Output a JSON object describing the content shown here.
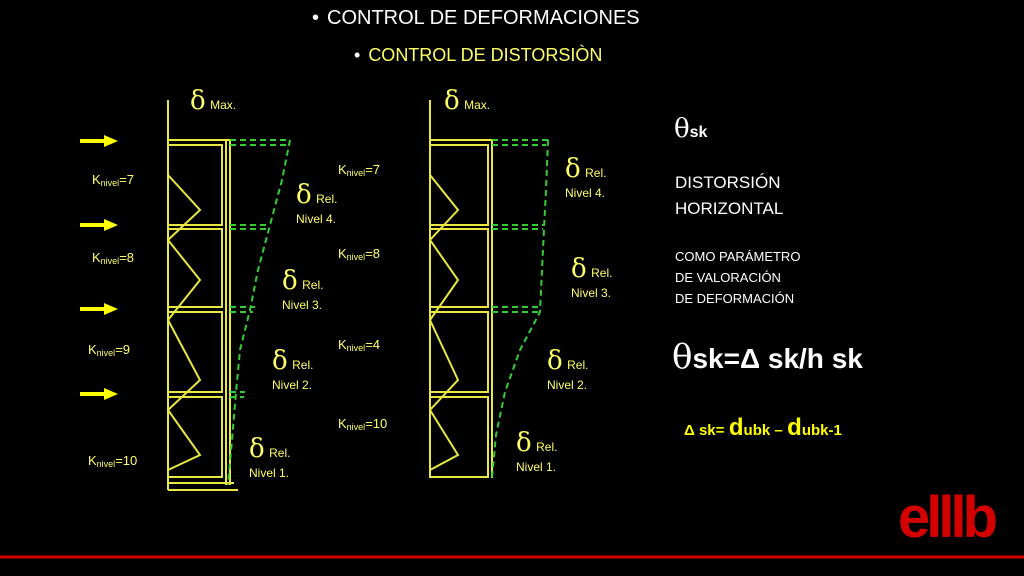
{
  "title": "CONTROL DE DEFORMACIONES",
  "subtitle": "CONTROL DE DISTORSIÒN",
  "delta_symbol": "δ",
  "theta_symbol": "θ",
  "max_label": "Max.",
  "rel_label": "Rel.",
  "left_frame": {
    "k_labels": [
      {
        "k": "K",
        "sub": "nivel",
        "val": "=7"
      },
      {
        "k": "K",
        "sub": "nivel",
        "val": "=8"
      },
      {
        "k": "K",
        "sub": "nivel",
        "val": "=9"
      },
      {
        "k": "K",
        "sub": "nivel",
        "val": "=10"
      }
    ],
    "levels": [
      "Nivel 4.",
      "Nivel 3.",
      "Nivel 2.",
      "Nivel 1."
    ]
  },
  "right_frame": {
    "k_labels": [
      {
        "k": "K",
        "sub": "nivel",
        "val": "=7"
      },
      {
        "k": "K",
        "sub": "nivel",
        "val": "=8"
      },
      {
        "k": "K",
        "sub": "nivel",
        "val": "=4"
      },
      {
        "k": "K",
        "sub": "nivel",
        "val": "=10"
      }
    ],
    "levels": [
      "Nivel 4.",
      "Nivel 3.",
      "Nivel 2.",
      "Nivel 1."
    ]
  },
  "right_panel": {
    "theta_sub": "sk",
    "line1": "DISTORSIÓN",
    "line2": "HORIZONTAL",
    "param1": "COMO PARÁMETRO",
    "param2": "DE VALORACIÓN",
    "param3": "DE DEFORMACIÓN",
    "formula_main": "sk=Δ sk/h sk",
    "formula2_lhs": "Δ sk=",
    "formula2_d1": "d",
    "formula2_s1": "ubk –",
    "formula2_d2": "d",
    "formula2_s2": "ubk-1"
  },
  "logo_text": "elllb",
  "colors": {
    "frame": "#e8e840",
    "dash": "#33cc33",
    "arrow": "#ffff00",
    "rule": "#d40000",
    "logo": "#d40000"
  }
}
